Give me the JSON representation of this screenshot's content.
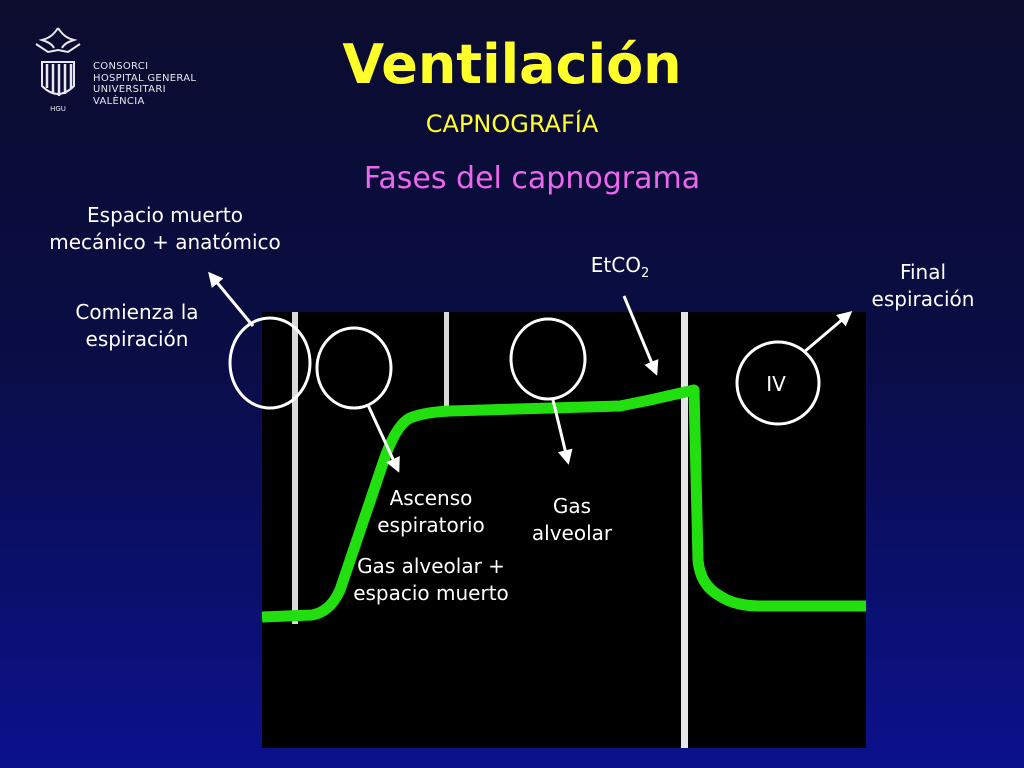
{
  "slide": {
    "title": "Ventilación",
    "subtitle": "CAPNOGRAFÍA",
    "heading": "Fases del capnograma"
  },
  "logo": {
    "lines": [
      "CONSORCI",
      "HOSPITAL GENERAL",
      "UNIVERSITARI",
      "VALÈNCIA"
    ],
    "initials": "HGU"
  },
  "labels": {
    "dead_space": [
      "Espacio muerto",
      "mecánico + anatómico"
    ],
    "start_expiration": [
      "Comienza la",
      "espiración"
    ],
    "etco2": {
      "base": "EtCO",
      "sub": "2"
    },
    "final_expiration": [
      "Final",
      "espiración"
    ],
    "phase_iv": "IV",
    "ascent": [
      "Ascenso",
      "espiratorio"
    ],
    "alveolar_dead": [
      "Gas alveolar +",
      "espacio muerto"
    ],
    "alveolar_gas": [
      "Gas",
      "alveolar"
    ]
  },
  "colors": {
    "title": "#ffff2a",
    "heading": "#ee66ee",
    "trace": "#22e010",
    "annotation": "#ffffff"
  }
}
